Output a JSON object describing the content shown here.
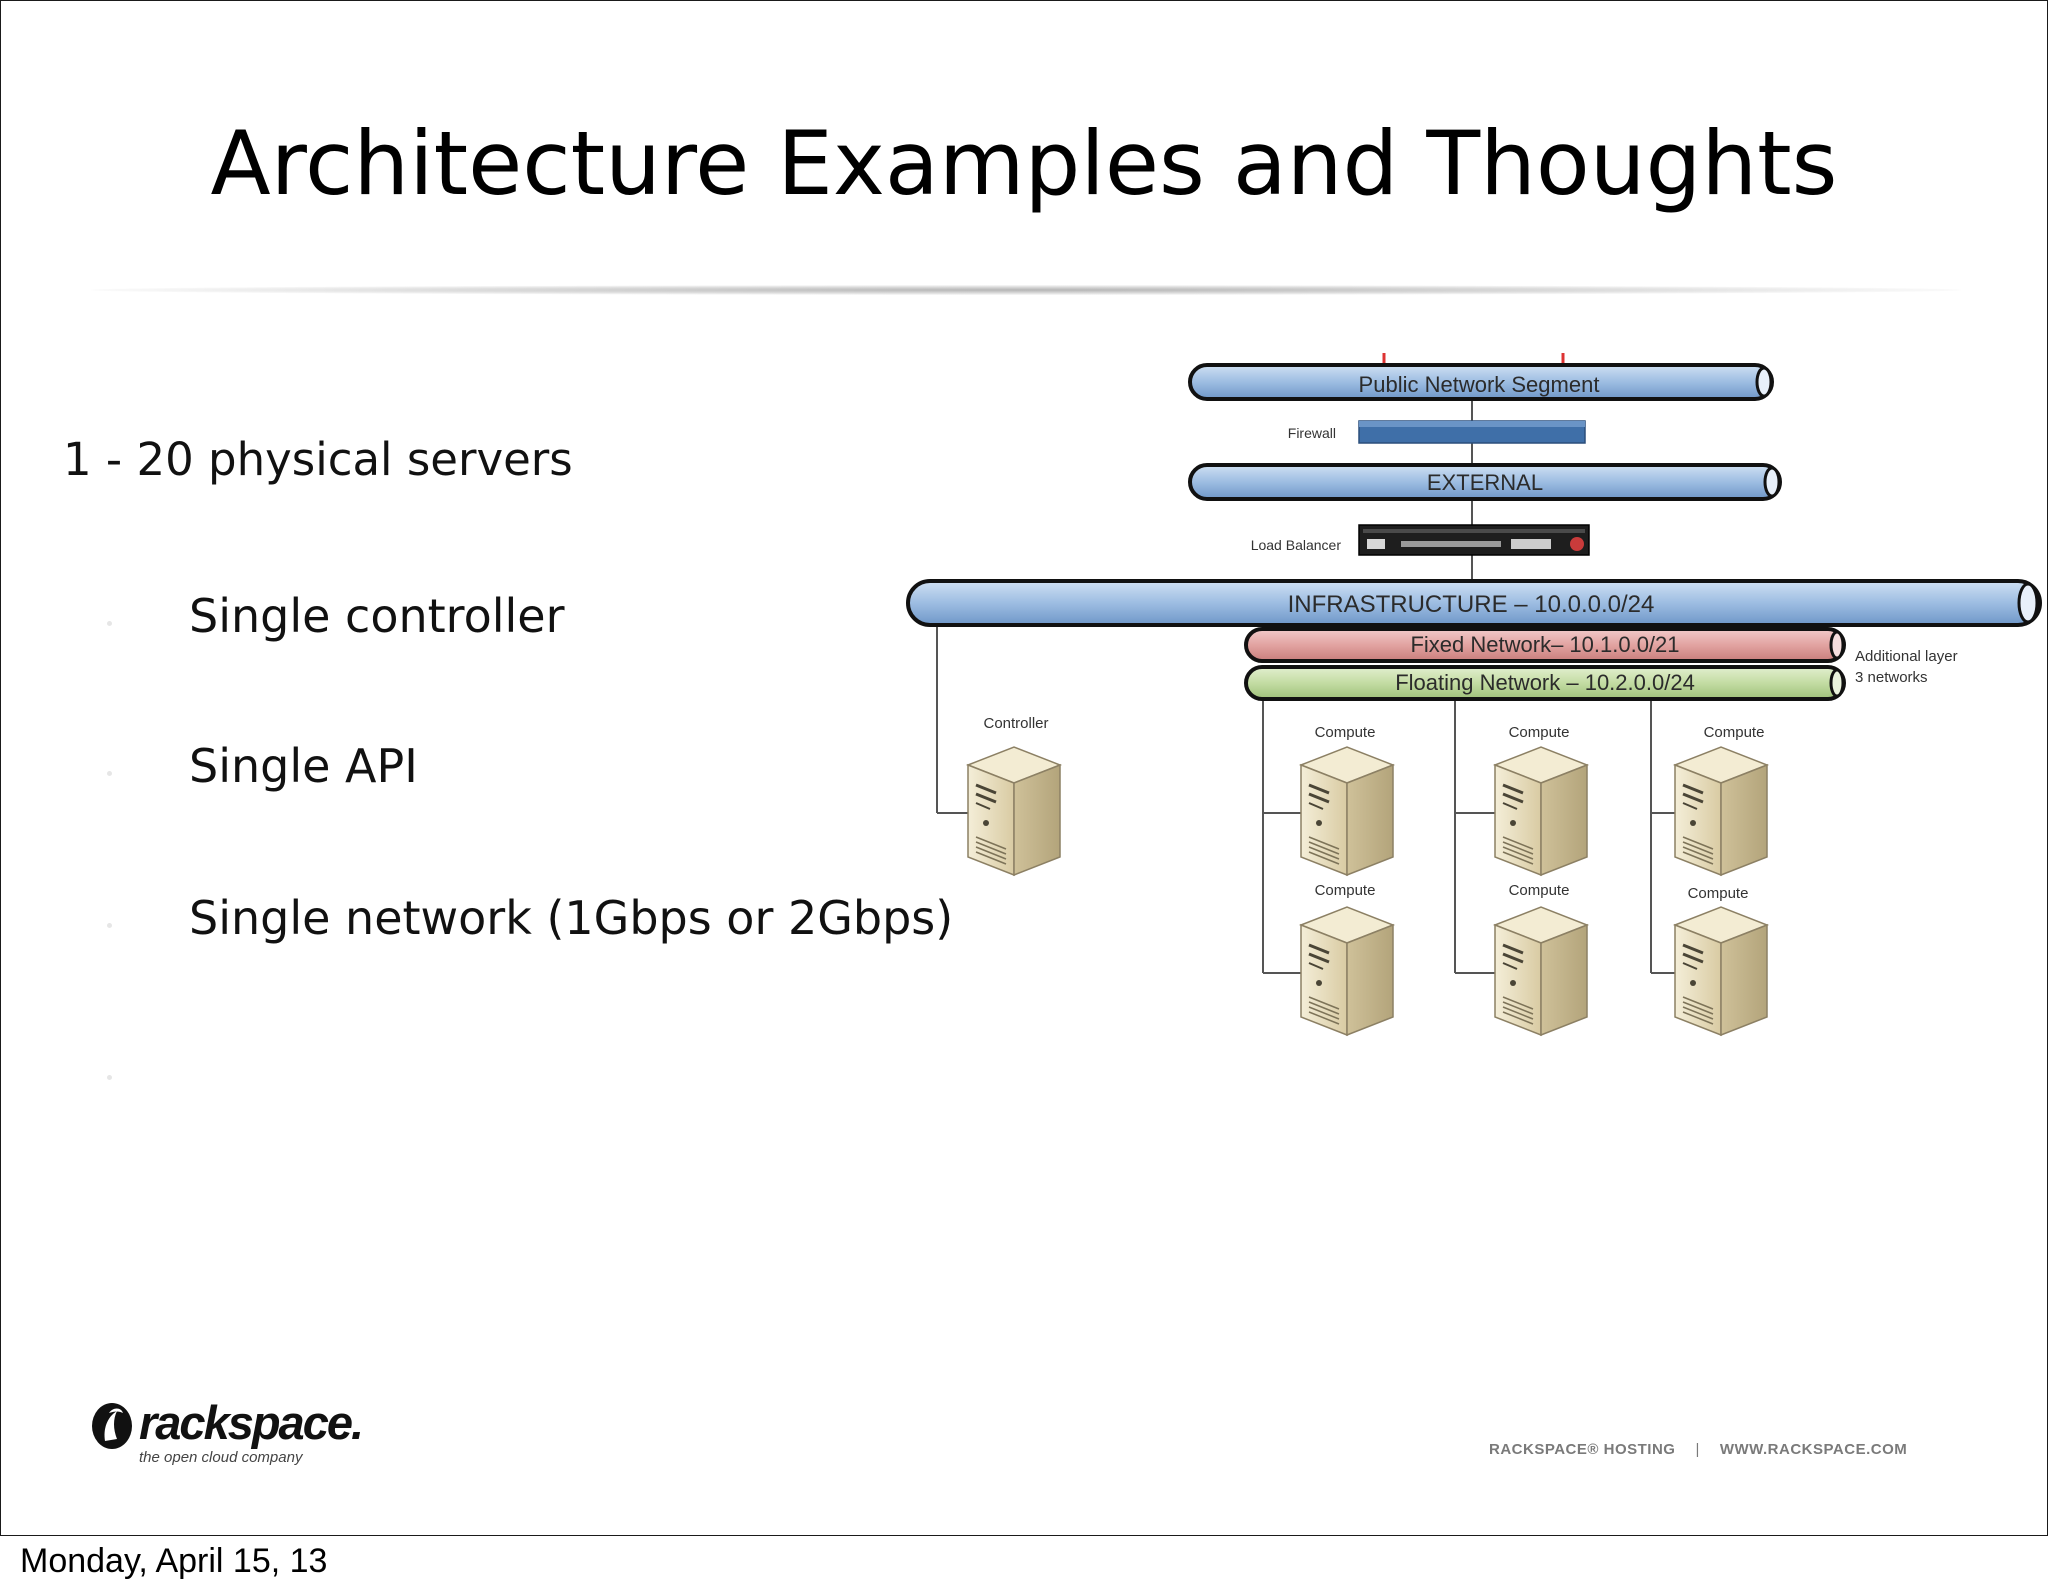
{
  "slide": {
    "title": "Architecture Examples and Thoughts",
    "bullets": {
      "main": "1 - 20 physical servers",
      "items": [
        "Single controller",
        "Single API",
        "Single network (1Gbps or 2Gbps)"
      ]
    },
    "footer": {
      "left": "RACKSPACE® HOSTING",
      "separator": "|",
      "right": "WWW.RACKSPACE.COM"
    },
    "logo": {
      "word": "rackspace.",
      "tagline": "the open cloud company"
    }
  },
  "diagram": {
    "segments": {
      "public": "Public Network Segment",
      "external": "EXTERNAL",
      "infrastructure": "INFRASTRUCTURE – 10.0.0.0/24",
      "fixed": "Fixed Network– 10.1.0.0/21",
      "floating": "Floating Network – 10.2.0.0/24"
    },
    "devices": {
      "firewall": "Firewall",
      "load_balancer": "Load Balancer",
      "controller": "Controller",
      "compute": "Compute"
    },
    "note": [
      "Additional layer",
      "3 networks"
    ],
    "colors": {
      "pipe_blue": "#9dbde2",
      "pipe_red": "#e2a3a1",
      "pipe_green": "#c3dca3",
      "firewall_blue": "#3f6fa8",
      "server_beige": "#e9dfc2"
    }
  },
  "date": "Monday, April 15, 13"
}
